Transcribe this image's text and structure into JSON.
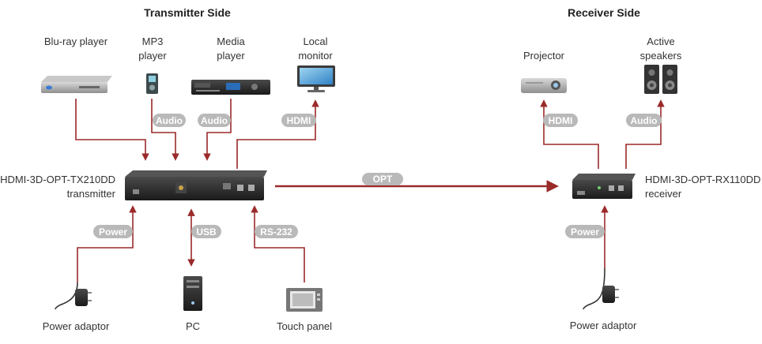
{
  "headers": {
    "transmitter": "Transmitter Side",
    "receiver": "Receiver Side"
  },
  "sources": {
    "bluray": "Blu-ray player",
    "mp3_line1": "MP3",
    "mp3_line2": "player",
    "media_line1": "Media",
    "media_line2": "player",
    "monitor_line1": "Local",
    "monitor_line2": "monitor"
  },
  "sinks": {
    "projector": "Projector",
    "speakers_line1": "Active",
    "speakers_line2": "speakers"
  },
  "transmitter": {
    "model": "HDMI-3D-OPT-TX210DD",
    "role": "transmitter"
  },
  "receiver": {
    "model": "HDMI-3D-OPT-RX110DD",
    "role": "receiver"
  },
  "peripherals": {
    "tx_power": "Power adaptor",
    "pc": "PC",
    "touch_panel": "Touch panel",
    "rx_power": "Power adaptor"
  },
  "connections": {
    "audio_1": "Audio",
    "audio_2": "Audio",
    "hdmi_tx": "HDMI",
    "opt": "OPT",
    "power_tx": "Power",
    "usb": "USB",
    "rs232": "RS-232",
    "hdmi_rx": "HDMI",
    "audio_rx": "Audio",
    "power_rx": "Power"
  },
  "colors": {
    "wire": "#9b2a2a",
    "pill": "#b9b9b9",
    "device_body": "#2b2b2b"
  }
}
